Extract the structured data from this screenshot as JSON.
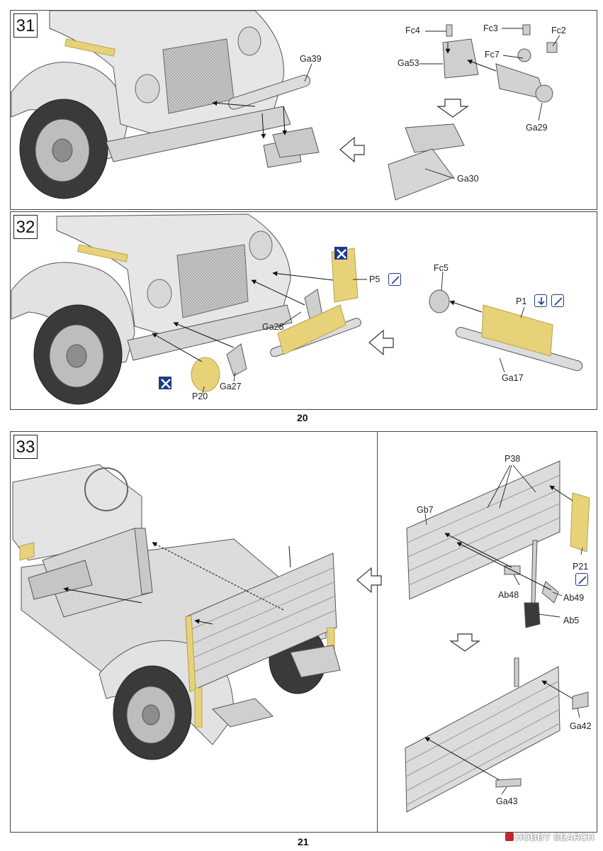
{
  "steps": {
    "s31": "31",
    "s32": "32",
    "s33": "33"
  },
  "labels": {
    "ga39": "Ga39",
    "fc4": "Fc4",
    "fc3": "Fc3",
    "fc2": "Fc2",
    "ga53": "Ga53",
    "fc7": "Fc7",
    "ga29": "Ga29",
    "ga30": "Ga30",
    "p5": "P5",
    "fc5": "Fc5",
    "p1": "P1",
    "ga28": "Ga28",
    "ga17": "Ga17",
    "p20": "P20",
    "ga27": "Ga27",
    "p38": "P38",
    "gb7": "Gb7",
    "ab48": "Ab48",
    "ab49": "Ab49",
    "p21": "P21",
    "ab5": "Ab5",
    "ga42": "Ga42",
    "ga43": "Ga43"
  },
  "page_numbers": {
    "top": "20",
    "bottom": "21"
  },
  "watermark": "HOBBY SEARCH",
  "icons": {
    "bend": "bend-fold-icon",
    "cut": "photo-etch-cut-icon",
    "fold_down": "fold-down-icon"
  },
  "colors": {
    "gray_part": "#d9d9d9",
    "photo_etch": "#e7d27a",
    "badge_blue": "#1d3b8a",
    "line": "#222222"
  }
}
